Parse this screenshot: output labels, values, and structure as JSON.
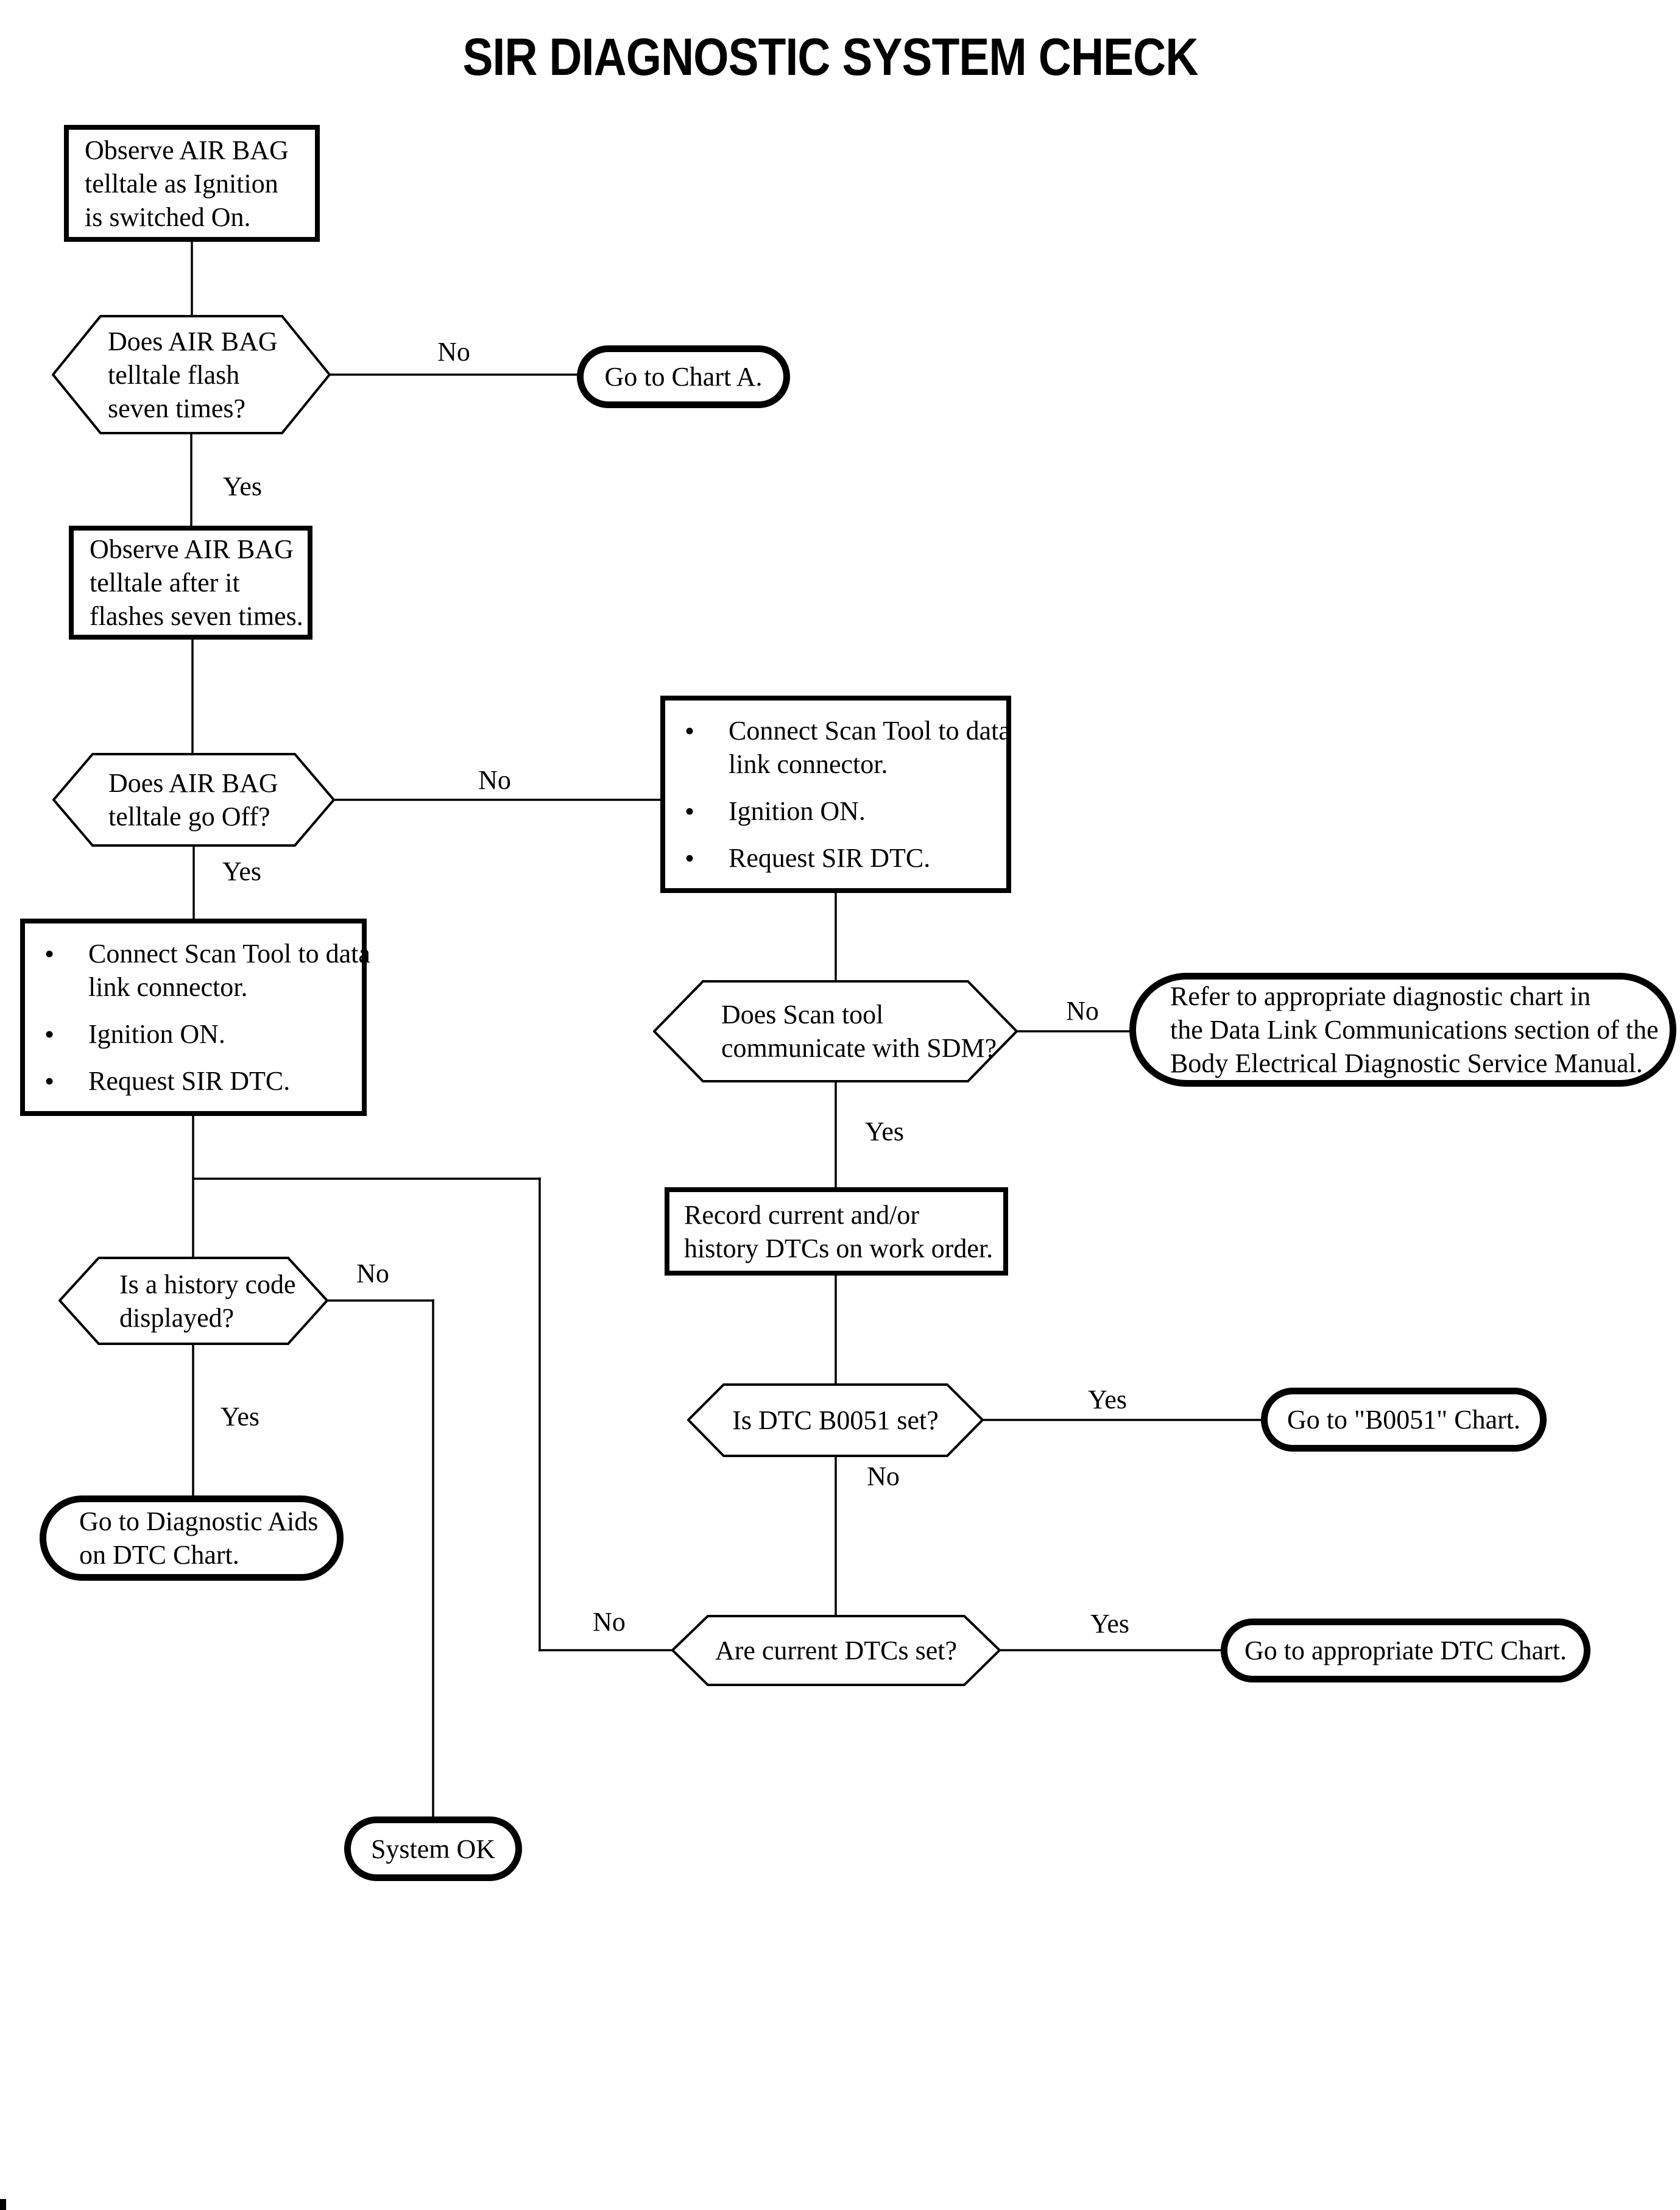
{
  "title": "SIR DIAGNOSTIC SYSTEM CHECK",
  "ui": {
    "bullet": "•"
  },
  "edges": {
    "flash_no": "No",
    "flash_yes": "Yes",
    "go_off_no": "No",
    "go_off_yes": "Yes",
    "sdm_no": "No",
    "sdm_yes": "Yes",
    "b0051_yes": "Yes",
    "b0051_no": "No",
    "history_no": "No",
    "history_yes": "Yes",
    "current_no": "No",
    "current_yes": "Yes"
  },
  "nodes": {
    "observe_on": {
      "shape": "process",
      "lines": [
        "Observe AIR BAG",
        "telltale as Ignition",
        "is switched On."
      ]
    },
    "flash": {
      "shape": "decision",
      "lines": [
        "Does AIR BAG",
        "telltale flash",
        "seven times?"
      ]
    },
    "chart_a": {
      "shape": "terminal",
      "lines": [
        "Go to Chart A."
      ]
    },
    "observe_after": {
      "shape": "process",
      "lines": [
        "Observe AIR BAG",
        "telltale after it",
        "flashes seven times."
      ]
    },
    "go_off": {
      "shape": "decision",
      "lines": [
        "Does AIR BAG",
        "telltale go Off?"
      ]
    },
    "scan_tool_right": {
      "shape": "process",
      "bullets": [
        {
          "lines": [
            "Connect Scan Tool to data",
            "link connector."
          ]
        },
        {
          "lines": [
            "Ignition ON."
          ]
        },
        {
          "lines": [
            "Request SIR DTC."
          ]
        }
      ]
    },
    "scan_tool_left": {
      "shape": "process",
      "bullets": [
        {
          "lines": [
            "Connect Scan Tool to data",
            "link connector."
          ]
        },
        {
          "lines": [
            "Ignition ON."
          ]
        },
        {
          "lines": [
            "Request SIR DTC."
          ]
        }
      ]
    },
    "sdm": {
      "shape": "decision",
      "lines": [
        "Does Scan tool",
        "communicate with SDM?"
      ]
    },
    "refer_manual": {
      "shape": "terminal",
      "lines": [
        "Refer to appropriate diagnostic chart in",
        "the Data Link Communications section of the",
        "Body Electrical Diagnostic Service Manual."
      ]
    },
    "record": {
      "shape": "process",
      "lines": [
        "Record current and/or",
        "history DTCs on work order."
      ]
    },
    "history": {
      "shape": "decision",
      "lines": [
        "Is a history code",
        "displayed?"
      ]
    },
    "diag_aids": {
      "shape": "terminal",
      "lines": [
        "Go to Diagnostic Aids",
        "on DTC Chart."
      ]
    },
    "b0051": {
      "shape": "decision",
      "lines": [
        "Is DTC B0051 set?"
      ]
    },
    "b0051_chart": {
      "shape": "terminal",
      "lines": [
        "Go to \"B0051\" Chart."
      ]
    },
    "current_dtc": {
      "shape": "decision",
      "lines": [
        "Are current DTCs set?"
      ]
    },
    "dtc_chart": {
      "shape": "terminal",
      "lines": [
        "Go to appropriate DTC Chart."
      ]
    },
    "system_ok": {
      "shape": "terminal",
      "lines": [
        "System OK"
      ]
    }
  }
}
